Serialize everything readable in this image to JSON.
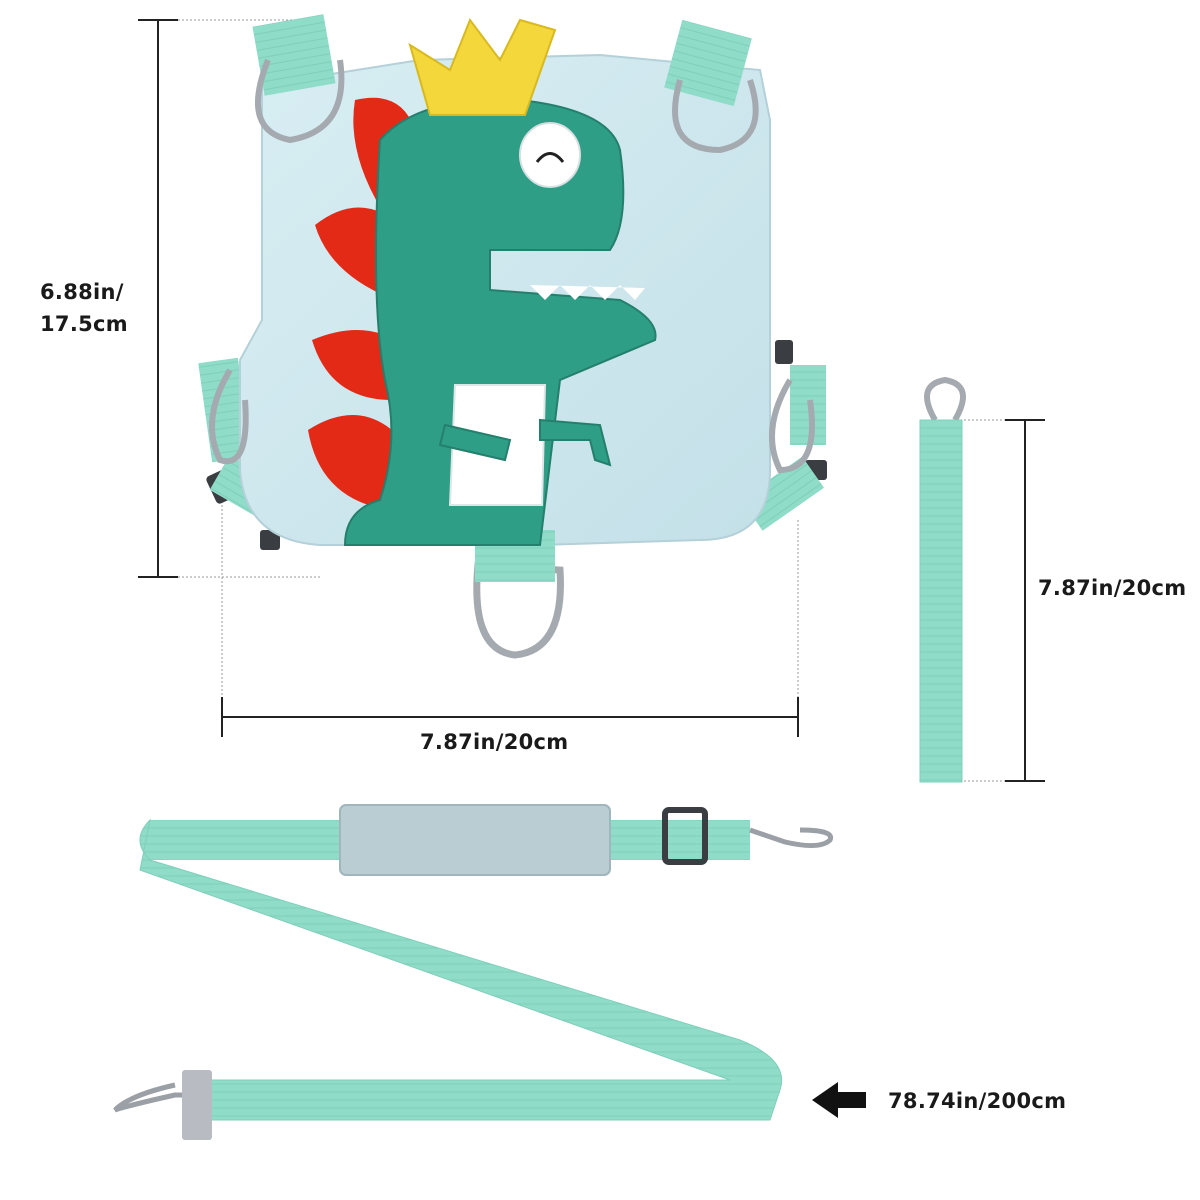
{
  "dimensions": {
    "vest_height_in": "6.88in/",
    "vest_height_cm": "17.5cm",
    "vest_width": "7.87in/20cm",
    "handle_length": "7.87in/20cm",
    "leash_length": "78.74in/200cm"
  },
  "colors": {
    "webbing": "#8fdcc8",
    "webbing_dark": "#6ec4ae",
    "vest_fabric": "#cfe7ee",
    "dino_green": "#2e9e87",
    "spike_red": "#e22a16",
    "crown_yellow": "#f4d73a",
    "metal": "#b8bcc2",
    "pad_gray": "#b9cdd2"
  }
}
